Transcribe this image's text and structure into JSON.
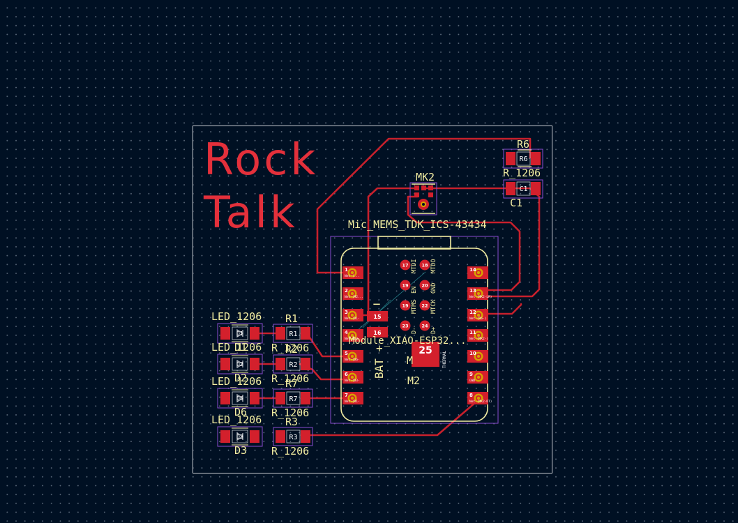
{
  "title": {
    "line1": "Rock",
    "line2": "Talk"
  },
  "xiao": {
    "value": "Module_XIAO-ESP32...",
    "reference": "M2",
    "ref_inner": "M",
    "thermal_pad": "25",
    "thermal_label": "THERMAL",
    "bat_label": "BAT +",
    "minus_sign": "−",
    "left_pins": [
      "1",
      "2",
      "3",
      "4",
      "5",
      "6",
      "7"
    ],
    "right_pins": [
      "14",
      "13",
      "12",
      "11",
      "10",
      "9",
      "8"
    ],
    "left_netlabels": [
      "Net-(...",
      "Net-(M2...",
      "Net-(D1-",
      "Net-(D2-",
      "Net-(D6-",
      "Net-(D3-",
      "Net-(R1-"
    ],
    "right_netlabels": [
      "",
      "Net-(MK2-LR)",
      "Net-(R6-)",
      "Net-(MK2-)",
      "",
      "GND",
      "Net-(MK2-DT)"
    ],
    "bottom_pads": [
      {
        "num": "17",
        "label": "MTDI"
      },
      {
        "num": "18",
        "label": "MTDO"
      },
      {
        "num": "19",
        "label": "EN"
      },
      {
        "num": "20",
        "label": "GND"
      },
      {
        "num": "19",
        "label": "MTMS"
      },
      {
        "num": "22",
        "label": "MTCK"
      },
      {
        "num": "23",
        "label": "D-"
      },
      {
        "num": "24",
        "label": "D+"
      }
    ],
    "bat_pads": [
      "15",
      "16"
    ]
  },
  "mic": {
    "reference": "MK2",
    "value": "Mic_MEMS_TDK_ICS-43434"
  },
  "r6": {
    "reference": "R6",
    "pad_text": "R6",
    "value": "R_1206"
  },
  "c1": {
    "reference": "C1",
    "pad_text": "C1"
  },
  "leds": [
    {
      "value": "LED_1206",
      "reference": "D1",
      "pad_text": "D1"
    },
    {
      "value": "LED_1206",
      "reference": "D2",
      "pad_text": "D2"
    },
    {
      "value": "LED_1206",
      "reference": "D6",
      "pad_text": "D6"
    },
    {
      "value": "LED_1206",
      "reference": "D3",
      "pad_text": "D3"
    }
  ],
  "resistors": [
    {
      "reference": "R1",
      "pad_text": "R1",
      "value": "R_1206"
    },
    {
      "reference": "R2",
      "pad_text": "R2",
      "value": "R_1206"
    },
    {
      "reference": "R7",
      "pad_text": "R7",
      "value": "R_1206"
    },
    {
      "reference": "R3",
      "pad_text": "R3",
      "value": "R_1206"
    }
  ],
  "colors": {
    "background": "#001023",
    "copper": "#c8202c",
    "silkscreen": "#f2eda1",
    "edge_cuts": "#c9ccd1",
    "courtyard": "#8a4bd0",
    "drill": "#d7a300"
  }
}
